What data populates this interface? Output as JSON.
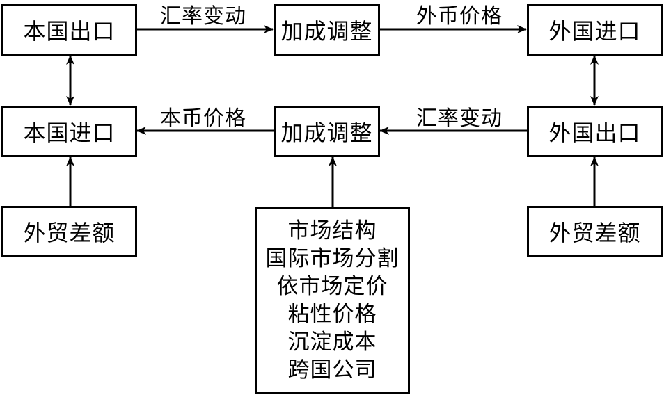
{
  "diagram": {
    "type": "flowchart",
    "nodes": {
      "home_export": "本国出口",
      "markup_top": "加成调整",
      "foreign_import": "外国进口",
      "home_import": "本国进口",
      "markup_bottom": "加成调整",
      "foreign_export": "外国出口",
      "home_trade_balance": "外贸差额",
      "foreign_trade_balance": "外贸差额",
      "factors": [
        "市场结构",
        "国际市场分割",
        "依市场定价",
        "粘性价格",
        "沉淀成本",
        "跨国公司"
      ]
    },
    "edge_labels": {
      "home_export_to_markup": "汇率变动",
      "markup_to_foreign_import": "外币价格",
      "markup_to_home_import": "本币价格",
      "foreign_export_to_markup": "汇率变动"
    },
    "edges": [
      {
        "from": "home_export",
        "to": "markup_top",
        "label": "汇率变动"
      },
      {
        "from": "markup_top",
        "to": "foreign_import",
        "label": "外币价格"
      },
      {
        "from": "foreign_export",
        "to": "markup_bottom",
        "label": "汇率变动"
      },
      {
        "from": "markup_bottom",
        "to": "home_import",
        "label": "本币价格"
      },
      {
        "from": "home_export",
        "to": "home_import",
        "bidirectional": true
      },
      {
        "from": "foreign_import",
        "to": "foreign_export",
        "bidirectional": true
      },
      {
        "from": "home_trade_balance",
        "to": "home_import"
      },
      {
        "from": "foreign_trade_balance",
        "to": "foreign_export"
      },
      {
        "from": "factors",
        "to": "markup_bottom"
      }
    ]
  }
}
